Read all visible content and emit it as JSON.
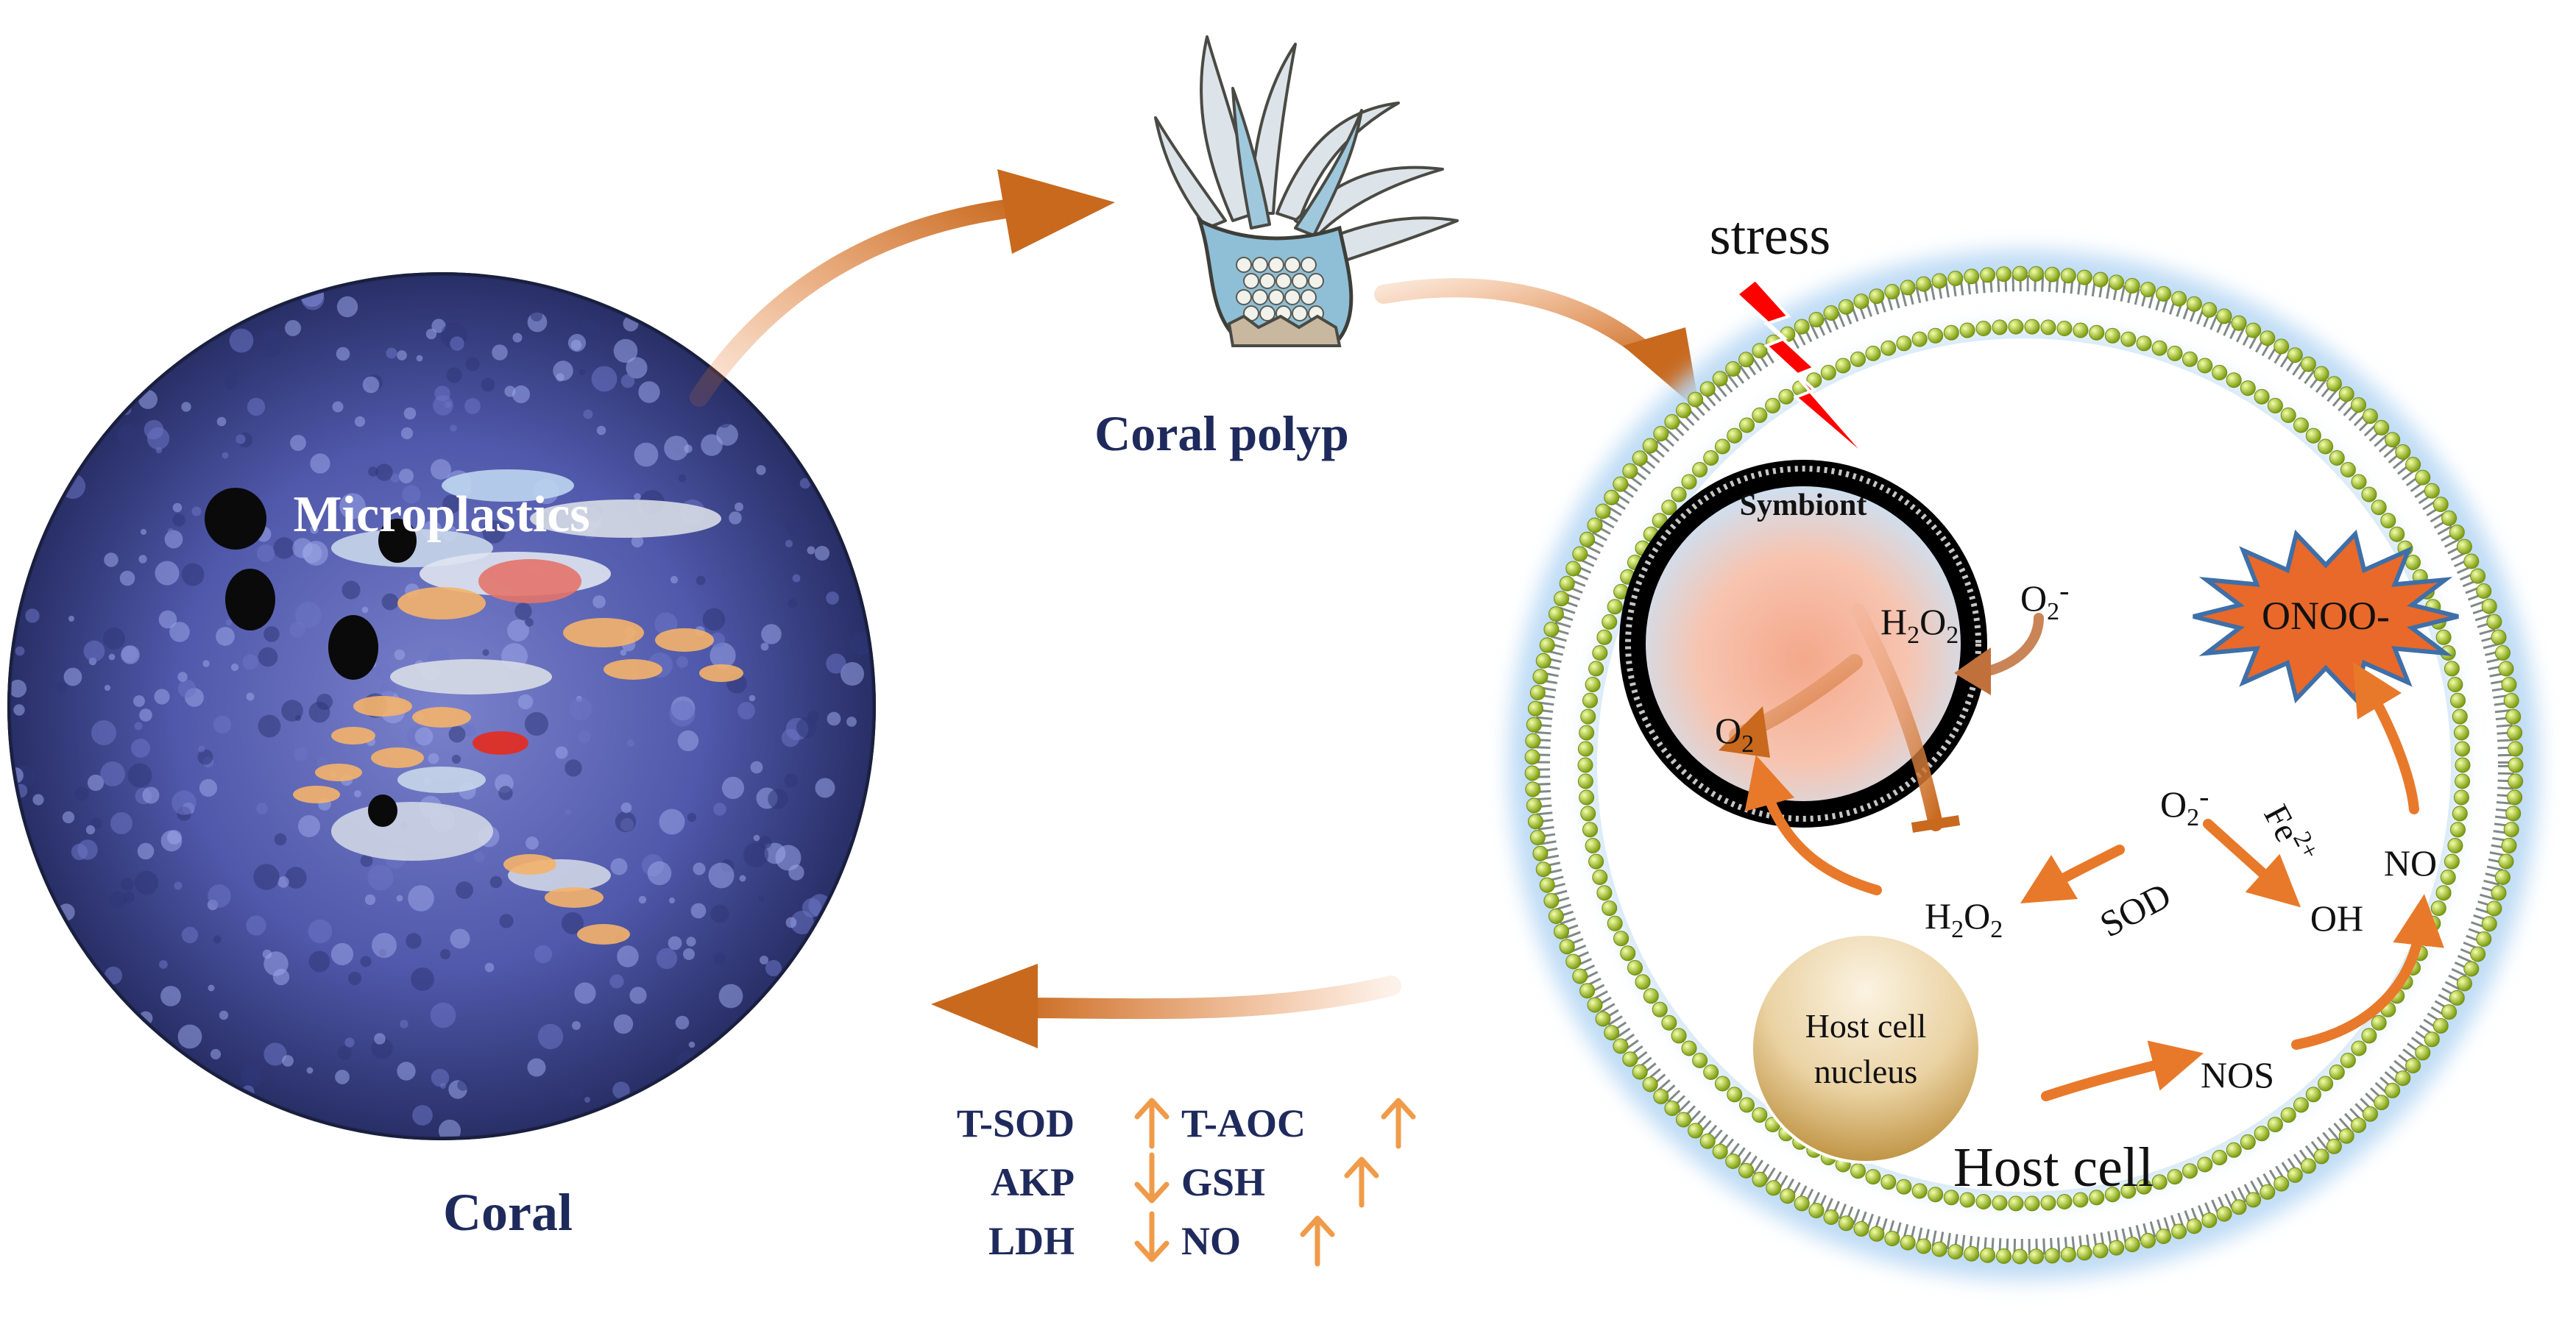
{
  "labels": {
    "coral": "Coral",
    "coral_polyp": "Coral polyp",
    "microplastics": "Microplastics",
    "stress": "stress",
    "symbiont": "Symbiont",
    "host_cell": "Host cell",
    "nucleus_line1": "Host cell",
    "nucleus_line2": "nucleus",
    "onoo": "ONOO-",
    "sod": "SOD",
    "nos": "NOS",
    "no": "NO",
    "oh": "OH",
    "h2o2_symbiont": {
      "main": "H",
      "sub1": "2",
      "mid": "O",
      "sub2": "2"
    },
    "o2minus_symbiont": {
      "main": "O",
      "sub": "2",
      "sup": "-"
    },
    "o2_product": {
      "main": "O",
      "sub": "2"
    },
    "h2o2_host": {
      "main": "H",
      "sub1": "2",
      "mid": "O",
      "sub2": "2"
    },
    "o2minus_host": {
      "main": "O",
      "sub": "2",
      "sup": "-"
    },
    "fe2plus": {
      "main": "Fe",
      "sup": "2+"
    }
  },
  "indicators": [
    {
      "name": "T-SOD",
      "direction": "up"
    },
    {
      "name": "T-AOC",
      "direction": "up"
    },
    {
      "name": "AKP",
      "direction": "down"
    },
    {
      "name": "GSH",
      "direction": "up"
    },
    {
      "name": "LDH",
      "direction": "down"
    },
    {
      "name": "NO",
      "direction": "up"
    }
  ],
  "colors": {
    "navy_text": "#1f2a5c",
    "orange_arrow": "#e8792a",
    "membrane_bead": "#a9c52a",
    "glow": "#b8d8f4",
    "stress_bolt": "#ff0000",
    "onoo_burst": "#e8692a",
    "coral_blue": "#4e57a8"
  }
}
